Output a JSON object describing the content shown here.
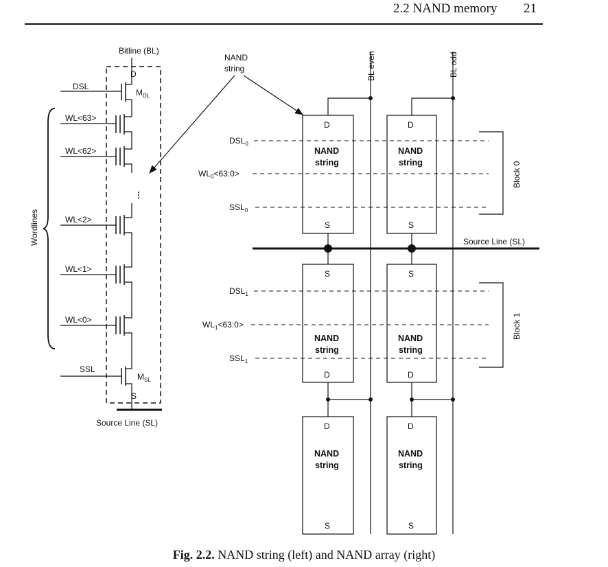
{
  "header": {
    "section": "2.2 NAND memory",
    "page_number": "21"
  },
  "left_diagram": {
    "bitline": "Bitline (BL)",
    "drain": "D",
    "source": "S",
    "dsl": "DSL",
    "mdl": "M",
    "mdl_sub": "DL",
    "msl": "M",
    "msl_sub": "SL",
    "ssl": "SSL",
    "wordlines_label": "Wordlines",
    "wordlines": [
      "WL<63>",
      "WL<62>",
      "WL<2>",
      "WL<1>",
      "WL<0>"
    ],
    "source_line": "Source Line (SL)",
    "ellipsis": "⋮"
  },
  "callout": {
    "line1": "NAND",
    "line2": "string"
  },
  "right_diagram": {
    "bl_even": "BL even",
    "bl_odd": "BL odd",
    "string_line1": "NAND",
    "string_line2": "string",
    "drain": "D",
    "source": "S",
    "block0": {
      "label": "Block 0",
      "dsl": "DSL",
      "dsl_sub": "0",
      "wl": "WL",
      "wl_sub": "0",
      "wl_suffix": "<63:0>",
      "ssl": "SSL",
      "ssl_sub": "0"
    },
    "block1": {
      "label": "Block 1",
      "dsl": "DSL",
      "dsl_sub": "1",
      "wl": "WL",
      "wl_sub": "1",
      "wl_suffix": "<63:0>",
      "ssl": "SSL",
      "ssl_sub": "1"
    },
    "source_line": "Source Line (SL)"
  },
  "caption": {
    "label": "Fig. 2.2.",
    "text": " NAND string (left) and NAND array (right)"
  }
}
